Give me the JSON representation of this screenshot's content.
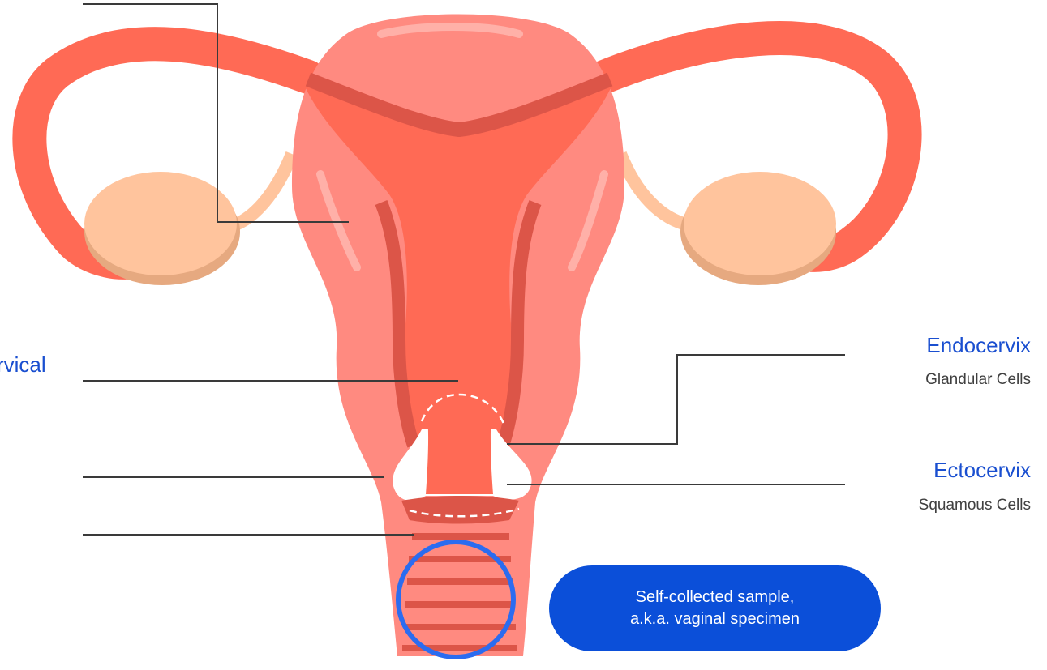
{
  "labels": {
    "cervical": "rvical",
    "endocervix_title": "Endocervix",
    "endocervix_sub": "Glandular Cells",
    "ectocervix_title": "Ectocervix",
    "ectocervix_sub": "Squamous Cells"
  },
  "callout": {
    "line1": "Self-collected sample,",
    "line2": "a.k.a. vaginal specimen"
  },
  "colors": {
    "uterus_outer": "#ff8a80",
    "uterus_inner": "#ff6a55",
    "shadow": "#dc5548",
    "ovary": "#ffc49d",
    "ovary_shadow": "#e6a980",
    "label_blue": "#1a4fd0",
    "callout_blue": "#0b4fd9",
    "circle_blue": "#2b6cf0",
    "leader_line": "#3a3a3a"
  }
}
